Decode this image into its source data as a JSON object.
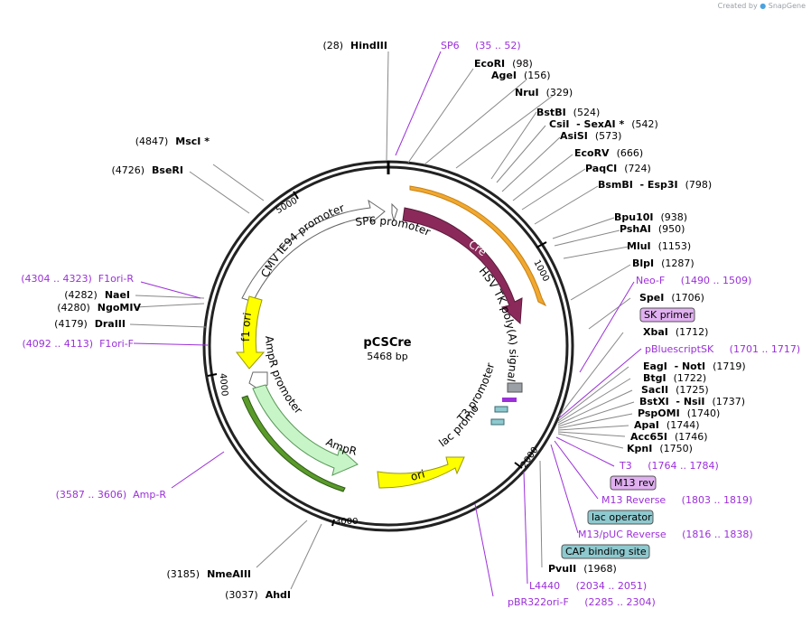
{
  "plasmid": {
    "name": "pCSCre",
    "length": "5468 bp",
    "length_bp": 5468
  },
  "watermark": {
    "prefix": "Created by",
    "brand": "SnapGene"
  },
  "ticks": [
    "1000",
    "2000",
    "3000",
    "4000",
    "5000"
  ],
  "left_sites": [
    {
      "num": "(4847)",
      "name": "MscI *"
    },
    {
      "num": "(4726)",
      "name": "BseRI"
    },
    {
      "num": "(4282)",
      "name": "NaeI"
    },
    {
      "num": "(4280)",
      "name": "NgoMIV"
    },
    {
      "num": "(4179)",
      "name": "DraIII"
    },
    {
      "num": "(3185)",
      "name": "NmeAIII"
    },
    {
      "num": "(3037)",
      "name": "AhdI"
    },
    {
      "num": "(28)",
      "name": "HindIII"
    }
  ],
  "left_primers": [
    {
      "text": "(4304 .. 4323)  F1ori-R"
    },
    {
      "text": "(4092 .. 4113)  F1ori-F"
    },
    {
      "text": "(3587 .. 3606)  Amp-R"
    }
  ],
  "right_sites": [
    {
      "name": "EcoRI",
      "num": "(98)"
    },
    {
      "name": "AgeI",
      "num": "(156)"
    },
    {
      "name": "NruI",
      "num": "(329)"
    },
    {
      "name": "BstBI",
      "num": "(524)"
    },
    {
      "name": "CsiI  - SexAI *",
      "num": "(542)"
    },
    {
      "name": "AsiSI",
      "num": "(573)"
    },
    {
      "name": "EcoRV",
      "num": "(666)"
    },
    {
      "name": "PaqCI",
      "num": "(724)"
    },
    {
      "name": "BsmBI  - Esp3I",
      "num": "(798)"
    },
    {
      "name": "Bpu10I",
      "num": "(938)"
    },
    {
      "name": "PshAI",
      "num": "(950)"
    },
    {
      "name": "MluI",
      "num": "(1153)"
    },
    {
      "name": "BlpI",
      "num": "(1287)"
    },
    {
      "name": "SpeI",
      "num": "(1706)"
    },
    {
      "name": "XbaI",
      "num": "(1712)"
    },
    {
      "name": "EagI  - NotI",
      "num": "(1719)"
    },
    {
      "name": "BtgI",
      "num": "(1722)"
    },
    {
      "name": "SacII",
      "num": "(1725)"
    },
    {
      "name": "BstXI  - NsiI",
      "num": "(1737)"
    },
    {
      "name": "PspOMI",
      "num": "(1740)"
    },
    {
      "name": "ApaI",
      "num": "(1744)"
    },
    {
      "name": "Acc65I",
      "num": "(1746)"
    },
    {
      "name": "KpnI",
      "num": "(1750)"
    },
    {
      "name": "PvuII",
      "num": "(1968)"
    }
  ],
  "right_primers": [
    {
      "text": "SP6     (35 .. 52)"
    },
    {
      "text": "Neo-F     (1490 .. 1509)"
    },
    {
      "text": "pBluescriptSK     (1701 .. 1717)"
    },
    {
      "text": "T3     (1764 .. 1784)"
    },
    {
      "text": "M13 Reverse     (1803 .. 1819)"
    },
    {
      "text": "M13/pUC Reverse     (1816 .. 1838)"
    },
    {
      "text": "L4440     (2034 .. 2051)"
    },
    {
      "text": "pBR322ori-F     (2285 .. 2304)"
    }
  ],
  "boxed_labels": [
    {
      "text": "SK primer",
      "color": "#e0b0f0"
    },
    {
      "text": "M13 rev",
      "color": "#e0b0f0"
    },
    {
      "text": "lac operator",
      "color": "#8ec9cf"
    },
    {
      "text": "CAP binding site",
      "color": "#8ec9cf"
    }
  ],
  "features": [
    {
      "text": "CMV IE94 promoter"
    },
    {
      "text": "SP6 promoter"
    },
    {
      "text": "Cre"
    },
    {
      "text": "HSV TK poly(A) signal"
    },
    {
      "text": "f1 ori"
    },
    {
      "text": "AmpR promoter"
    },
    {
      "text": "AmpR"
    },
    {
      "text": "ori"
    },
    {
      "text": "T3 promoter"
    },
    {
      "text": "lac promoter"
    }
  ],
  "colors": {
    "backbone": "#222222",
    "primer": "#9b30d9",
    "cre": "#8b2a5a",
    "orange_orf": "#f0a830",
    "f1_ori": "#ffff00",
    "ampr": "#c8f5c8",
    "ori": "#ffff00",
    "green_orf": "#5a9a2a"
  }
}
